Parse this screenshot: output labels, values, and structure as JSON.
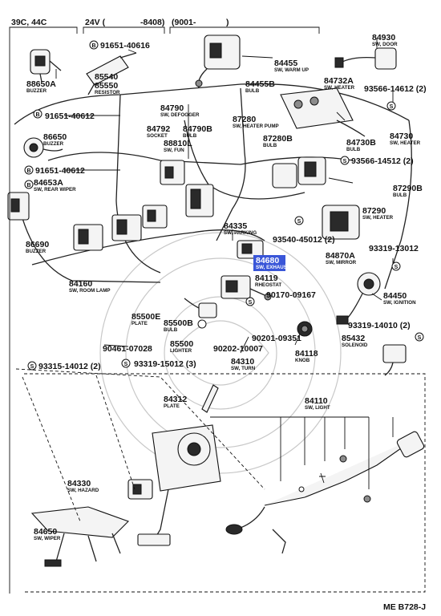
{
  "header": {
    "col1": "39C, 44C",
    "col2": "24V (",
    "col2b": "-8408)",
    "col3": "(9001-",
    "col3b": ")"
  },
  "footer": {
    "code": "ME B728-J"
  },
  "parts": [
    {
      "id": "88650A",
      "desc": "BUZZER"
    },
    {
      "id": "91651-40616",
      "desc": ""
    },
    {
      "id": "85540",
      "desc": ""
    },
    {
      "id": "85550",
      "desc": "RESISTOR"
    },
    {
      "id": "84455",
      "desc": "SW, WARM UP"
    },
    {
      "id": "84455B",
      "desc": "BULB"
    },
    {
      "id": "84930",
      "desc": "SW, DOOR"
    },
    {
      "id": "84732A",
      "desc": "SW, HEATER"
    },
    {
      "id": "93566-14612 (2)",
      "desc": ""
    },
    {
      "id": "91651-40612",
      "desc": ""
    },
    {
      "id": "84790",
      "desc": "SW, DEFOGGER"
    },
    {
      "id": "84792",
      "desc": "SOCKET"
    },
    {
      "id": "84790B",
      "desc": "BULB"
    },
    {
      "id": "87280",
      "desc": "SW, HEATER PUMP"
    },
    {
      "id": "84730B",
      "desc": "BULB"
    },
    {
      "id": "84730",
      "desc": "SW, HEATER"
    },
    {
      "id": "86650",
      "desc": "BUZZER"
    },
    {
      "id": "88810L",
      "desc": "SW, FUN"
    },
    {
      "id": "87280B",
      "desc": "BULB"
    },
    {
      "id": "93566-14512 (2)",
      "desc": ""
    },
    {
      "id": "91651-40612",
      "desc": ""
    },
    {
      "id": "87290B",
      "desc": "BULB"
    },
    {
      "id": "84653A",
      "desc": "SW, REAR WIPER"
    },
    {
      "id": "87290",
      "desc": "SW, HEATER"
    },
    {
      "id": "84335",
      "desc": "SW, PARKING"
    },
    {
      "id": "93540-45012 (2)",
      "desc": ""
    },
    {
      "id": "86690",
      "desc": "BUZZER"
    },
    {
      "id": "84680",
      "desc": "SW, EXHAUST"
    },
    {
      "id": "84870A",
      "desc": "SW, MIRROR"
    },
    {
      "id": "93319-13012",
      "desc": ""
    },
    {
      "id": "84160",
      "desc": "SW, ROOM LAMP"
    },
    {
      "id": "84119",
      "desc": "RHEOSTAT"
    },
    {
      "id": "90170-09167",
      "desc": ""
    },
    {
      "id": "84450",
      "desc": "SW, IGNITION"
    },
    {
      "id": "85500E",
      "desc": "PLATE"
    },
    {
      "id": "85500B",
      "desc": "BULB"
    },
    {
      "id": "93319-14010 (2)",
      "desc": ""
    },
    {
      "id": "90201-09351",
      "desc": ""
    },
    {
      "id": "85432",
      "desc": "SOLENOID"
    },
    {
      "id": "85500",
      "desc": "LIGHTER"
    },
    {
      "id": "90461-07028",
      "desc": ""
    },
    {
      "id": "90202-10007",
      "desc": ""
    },
    {
      "id": "84118",
      "desc": "KNOB"
    },
    {
      "id": "93315-14012 (2)",
      "desc": ""
    },
    {
      "id": "93319-15012 (3)",
      "desc": ""
    },
    {
      "id": "84310",
      "desc": "SW, TURN"
    },
    {
      "id": "84312",
      "desc": "PLATE"
    },
    {
      "id": "84110",
      "desc": "SW, LIGHT"
    },
    {
      "id": "84330",
      "desc": "SW, HAZARD"
    },
    {
      "id": "84650",
      "desc": "SW, WIPER"
    }
  ],
  "symbols": [
    "B",
    "B",
    "B",
    "B",
    "S",
    "S",
    "S",
    "S",
    "S",
    "S",
    "S",
    "S"
  ],
  "highlight": {
    "part": "84680",
    "color": "#3a56d8"
  }
}
